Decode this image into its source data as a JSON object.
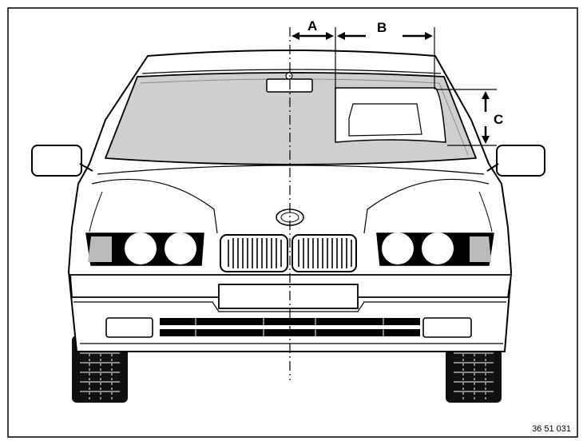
{
  "labels": {
    "a": "A",
    "b": "B",
    "c": "C"
  },
  "reference_number": "36 51 031",
  "colors": {
    "line": "#000000",
    "body": "#ffffff",
    "glass": "#cfcfcf",
    "wiper_area": "#ffffff",
    "tire": "#111111"
  }
}
